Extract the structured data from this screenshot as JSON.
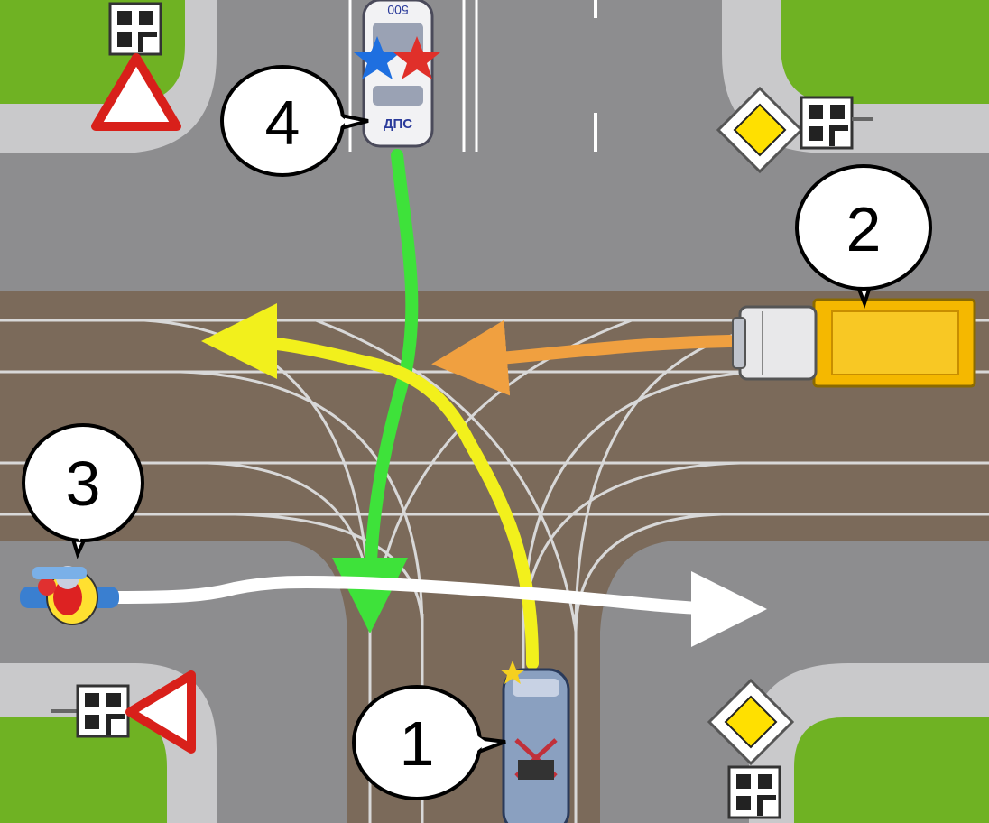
{
  "scene": {
    "type": "intersection-diagram",
    "colors": {
      "grass": "#6fb223",
      "asphalt": "#8d8d8f",
      "curb": "#c9c9cb",
      "tram_track_bed": "#7b6a5a",
      "rail": "#d8d8d8",
      "route_green": "#3ee23a",
      "route_yellow": "#f2f01c",
      "route_orange": "#f0a040",
      "route_white": "#ffffff",
      "priority_sign": "#ffe000",
      "yield_sign_border": "#d8201a"
    }
  },
  "participants": [
    {
      "number": "1",
      "vehicle": "tram",
      "route_color": "yellow",
      "maneuver": "left-turn"
    },
    {
      "number": "2",
      "vehicle": "truck",
      "route_color": "orange",
      "maneuver": "straight"
    },
    {
      "number": "3",
      "vehicle": "motorcycle",
      "route_color": "white",
      "maneuver": "straight"
    },
    {
      "number": "4",
      "vehicle": "police-car",
      "route_color": "green",
      "maneuver": "straight",
      "plate_text": "ДПС",
      "roof_text": "500"
    }
  ],
  "signs": [
    {
      "type": "yield",
      "icon": "give-way-sign-icon"
    },
    {
      "type": "yield",
      "icon": "give-way-sign-icon"
    },
    {
      "type": "main-road",
      "icon": "priority-road-sign-icon"
    },
    {
      "type": "main-road",
      "icon": "priority-road-sign-icon"
    },
    {
      "type": "direction-of-main-road",
      "icon": "main-road-direction-plate-icon"
    }
  ]
}
